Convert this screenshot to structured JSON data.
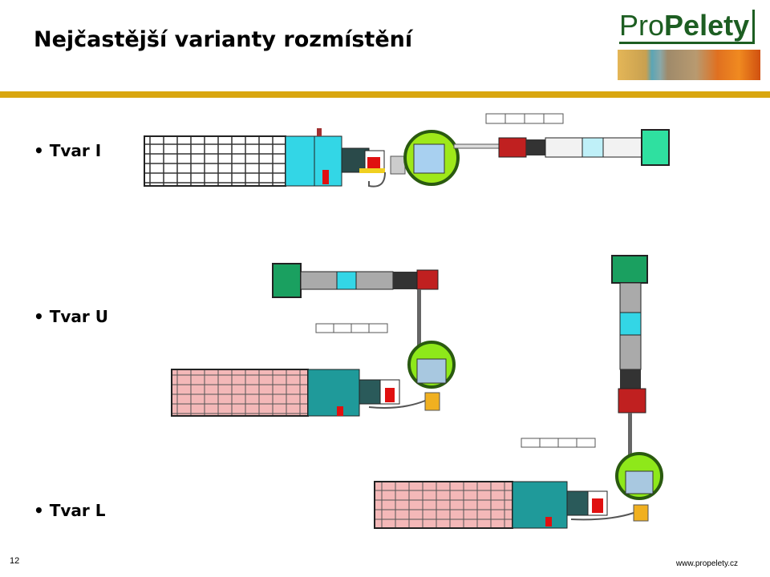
{
  "title": "Nejčastější varianty rozmístění",
  "logo": {
    "text_pro": "Pro",
    "text_pelety": "Pelety"
  },
  "bullets": [
    {
      "label": "• Tvar I"
    },
    {
      "label": "• Tvar U"
    },
    {
      "label": "• Tvar L"
    }
  ],
  "footer": {
    "page_number": "12",
    "website": "www.propelety.cz"
  },
  "colors": {
    "accent": "#d9a60f",
    "brand": "#1d5e22"
  }
}
